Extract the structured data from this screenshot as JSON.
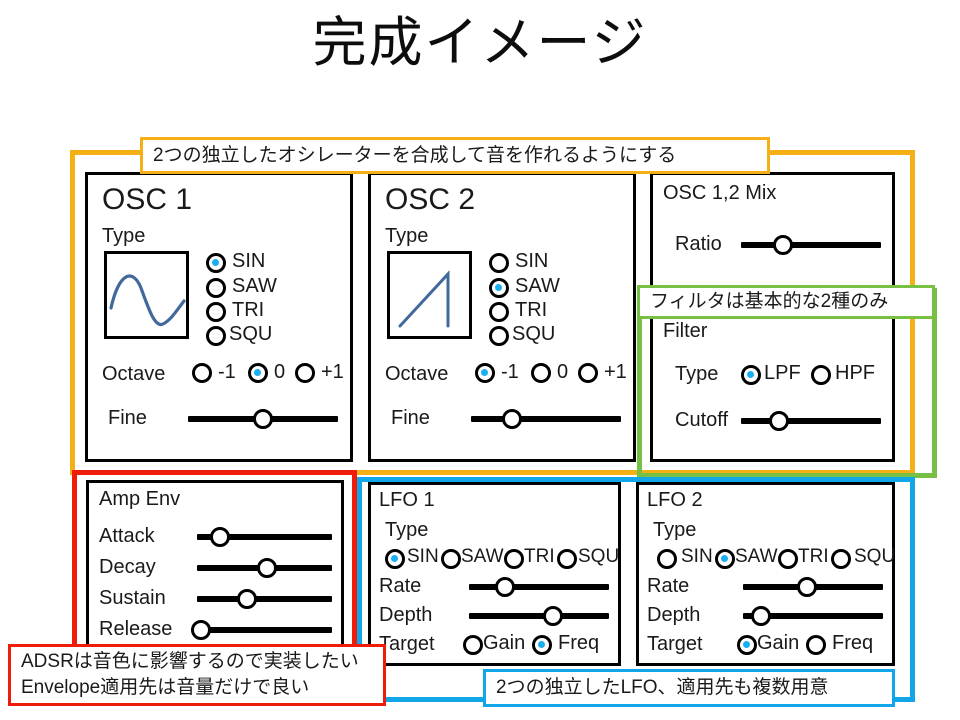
{
  "page": {
    "title": "完成イメージ",
    "accent_selected": "#18AEEF",
    "frame_colors": {
      "osc_group": "#F5B016",
      "filter_group": "#77C043",
      "amp_group": "#F01C0A",
      "lfo_group": "#10A6E8"
    },
    "waveform_stroke": "#41699C"
  },
  "notes": {
    "osc": "2つの独立したオシレーターを合成して音を作れるようにする",
    "filter": "フィルタは基本的な2種のみ",
    "amp_line1": "ADSRは音色に影響するので実装したい",
    "amp_line2": "Envelope適用先は音量だけで良い",
    "lfo": "2つの独立したLFO、適用先も複数用意"
  },
  "osc1": {
    "title": "OSC 1",
    "type_label": "Type",
    "waveform": "sine",
    "types": [
      {
        "label": "SIN",
        "selected": true
      },
      {
        "label": "SAW",
        "selected": false
      },
      {
        "label": "TRI",
        "selected": false
      },
      {
        "label": "SQU",
        "selected": false
      }
    ],
    "octave_label": "Octave",
    "octaves": [
      {
        "label": "-1",
        "selected": false
      },
      {
        "label": "0",
        "selected": true
      },
      {
        "label": "+1",
        "selected": false
      }
    ],
    "fine_label": "Fine",
    "fine_value": 50
  },
  "osc2": {
    "title": "OSC 2",
    "type_label": "Type",
    "waveform": "saw",
    "types": [
      {
        "label": "SIN",
        "selected": false
      },
      {
        "label": "SAW",
        "selected": true
      },
      {
        "label": "TRI",
        "selected": false
      },
      {
        "label": "SQU",
        "selected": false
      }
    ],
    "octave_label": "Octave",
    "octaves": [
      {
        "label": "-1",
        "selected": true
      },
      {
        "label": "0",
        "selected": false
      },
      {
        "label": "+1",
        "selected": false
      }
    ],
    "fine_label": "Fine",
    "fine_value": 27
  },
  "mix": {
    "title": "OSC 1,2 Mix",
    "ratio_label": "Ratio",
    "ratio_value": 30
  },
  "filter": {
    "title": "Filter",
    "type_label": "Type",
    "types": [
      {
        "label": "LPF",
        "selected": true
      },
      {
        "label": "HPF",
        "selected": false
      }
    ],
    "cutoff_label": "Cutoff",
    "cutoff_value": 27
  },
  "amp_env": {
    "title": "Amp Env",
    "params": [
      {
        "label": "Attack",
        "value": 17
      },
      {
        "label": "Decay",
        "value": 52
      },
      {
        "label": "Sustain",
        "value": 37
      },
      {
        "label": "Release",
        "value": 3
      }
    ]
  },
  "lfo1": {
    "title": "LFO 1",
    "type_label": "Type",
    "types": [
      {
        "label": "SIN",
        "selected": true
      },
      {
        "label": "SAW",
        "selected": false
      },
      {
        "label": "TRI",
        "selected": false
      },
      {
        "label": "SQU",
        "selected": false
      }
    ],
    "rate_label": "Rate",
    "rate_value": 26,
    "depth_label": "Depth",
    "depth_value": 60,
    "target_label": "Target",
    "targets": [
      {
        "label": "Gain",
        "selected": false
      },
      {
        "label": "Freq",
        "selected": true
      }
    ]
  },
  "lfo2": {
    "title": "LFO 2",
    "type_label": "Type",
    "types": [
      {
        "label": "SIN",
        "selected": false
      },
      {
        "label": "SAW",
        "selected": true
      },
      {
        "label": "TRI",
        "selected": false
      },
      {
        "label": "SQU",
        "selected": false
      }
    ],
    "rate_label": "Rate",
    "rate_value": 46,
    "depth_label": "Depth",
    "depth_value": 13,
    "target_label": "Target",
    "targets": [
      {
        "label": "Gain",
        "selected": true
      },
      {
        "label": "Freq",
        "selected": false
      }
    ]
  }
}
